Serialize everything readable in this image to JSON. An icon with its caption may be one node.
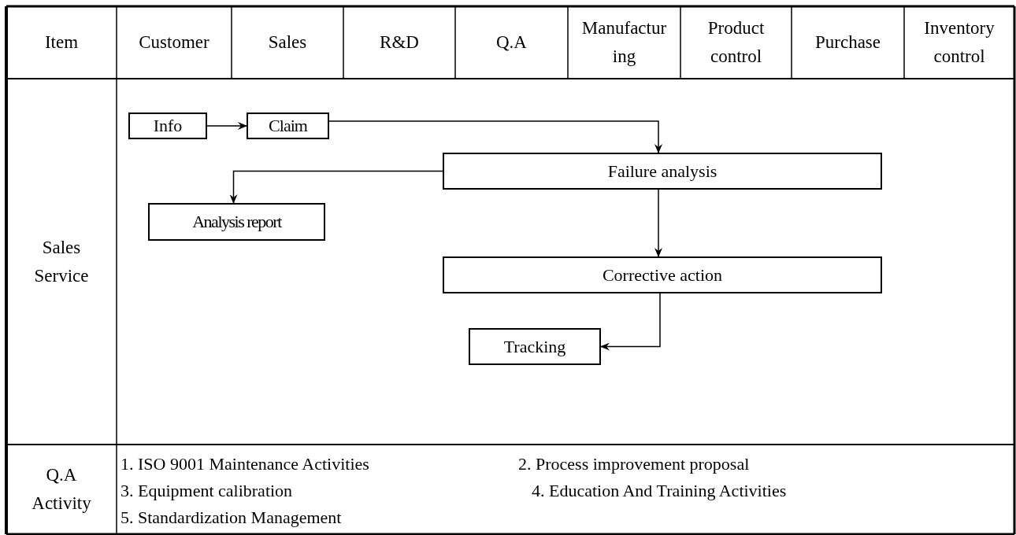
{
  "diagram": {
    "nodes": [
      {
        "text": [
          "Info"
        ]
      },
      {
        "text": [
          "Claim"
        ]
      },
      {
        "text": [
          "Failure analysis"
        ]
      },
      {
        "text": [
          "Analysis report"
        ]
      },
      {
        "text": [
          "Corrective action"
        ]
      },
      {
        "text": [
          "Tracking"
        ]
      }
    ],
    "edges": [
      {
        "from": 0,
        "to": 1,
        "arrow": "to"
      },
      {
        "from": 1,
        "to": 2,
        "arrow": "to"
      },
      {
        "from": 2,
        "to": 3,
        "arrow": "to"
      },
      {
        "from": 2,
        "to": 4,
        "arrow": "to"
      },
      {
        "from": 4,
        "to": 5,
        "arrow": "to"
      }
    ],
    "labels": [
      "Item",
      "Customer",
      "Sales",
      "R&D",
      "Q.A",
      "Manufacturing",
      "Product control",
      "Purchase",
      "Inventory control",
      "Sales Service",
      "Q.A Activity",
      "1. ISO 9001 Maintenance Activities",
      "2. Process improvement proposal",
      "3. Equipment calibration",
      "4. Education And Training Activities",
      "5. Standardization Management"
    ]
  }
}
